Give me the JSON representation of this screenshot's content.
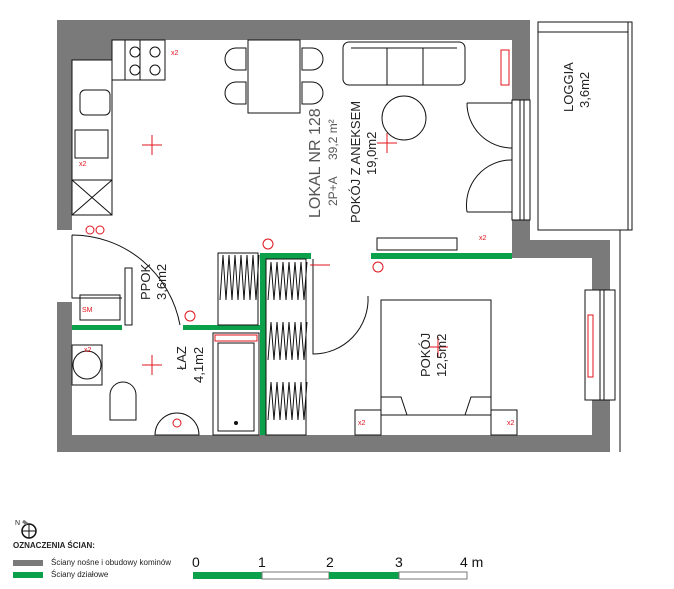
{
  "apartment": {
    "title": "LOKAL NR 128",
    "type": "2P+A",
    "area": "39,2 m²"
  },
  "rooms": [
    {
      "name": "POKÓJ Z ANEKSEM",
      "area": "19,0m2"
    },
    {
      "name": "PPOK",
      "area": "3,6m2"
    },
    {
      "name": "ŁAZ",
      "area": "4,1m2"
    },
    {
      "name": "POKÓJ",
      "area": "12,5m2"
    },
    {
      "name": "LOGGIA",
      "area": "3,6m2"
    }
  ],
  "symbols": {
    "sm": "SM",
    "x2": "x2"
  },
  "legend": {
    "north": "N",
    "title": "OZNACZENIA ŚCIAN:",
    "items": [
      {
        "label": "Ściany nośne i obudowy kominów",
        "color": "#7a7a7a"
      },
      {
        "label": "Ściany działowe",
        "color": "#0aa14a"
      }
    ]
  },
  "scale": {
    "ticks": [
      "0",
      "1",
      "2",
      "3",
      "4 m"
    ]
  }
}
